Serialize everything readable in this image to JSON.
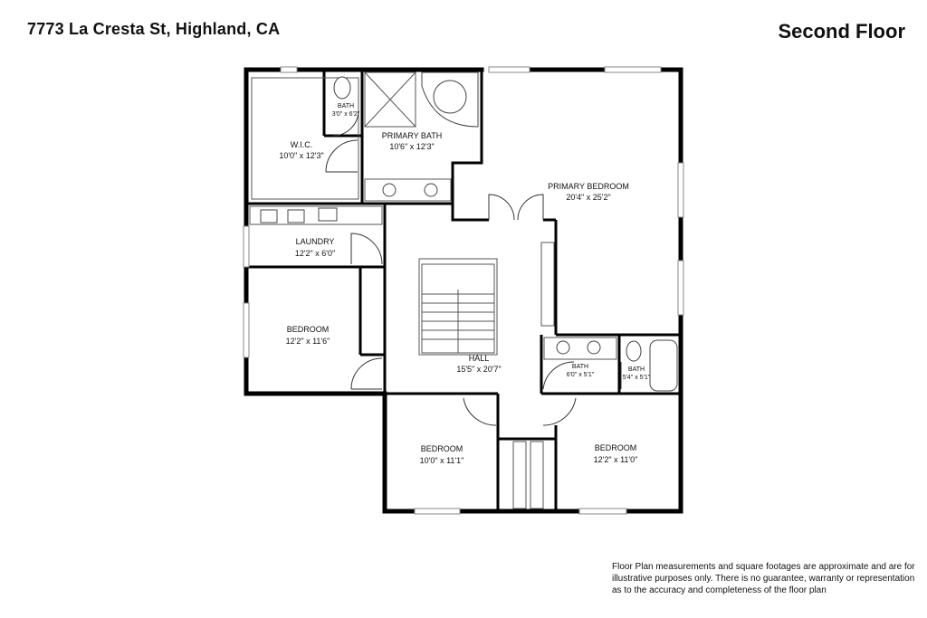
{
  "header": {
    "address": "7773 La Cresta St, Highland, CA",
    "floor": "Second Floor"
  },
  "rooms": {
    "wic": {
      "name": "W.I.C.",
      "dims": "10'0\" x 12'3\""
    },
    "bath_small": {
      "name": "BATH",
      "dims": "3'0\" x 6'2\""
    },
    "primary_bath": {
      "name": "PRIMARY BATH",
      "dims": "10'6\" x 12'3\""
    },
    "primary_bedroom": {
      "name": "PRIMARY BEDROOM",
      "dims": "20'4\" x 25'2\""
    },
    "laundry": {
      "name": "LAUNDRY",
      "dims": "12'2\" x 6'0\""
    },
    "bedroom_west": {
      "name": "BEDROOM",
      "dims": "12'2\" x 11'6\""
    },
    "hall": {
      "name": "HALL",
      "dims": "15'5\" x 20'7\""
    },
    "bath_a": {
      "name": "BATH",
      "dims": "6'0\" x 5'1\""
    },
    "bath_b": {
      "name": "BATH",
      "dims": "5'4\" x 5'1\""
    },
    "bedroom_south": {
      "name": "BEDROOM",
      "dims": "10'0\" x 11'1\""
    },
    "bedroom_east": {
      "name": "BEDROOM",
      "dims": "12'2\" x 11'0\""
    }
  },
  "disclaimer": "Floor Plan measurements and square footages are approximate and are for illustrative purposes only. There is no guarantee, warranty or representation as to the accuracy and completeness of the floor plan"
}
